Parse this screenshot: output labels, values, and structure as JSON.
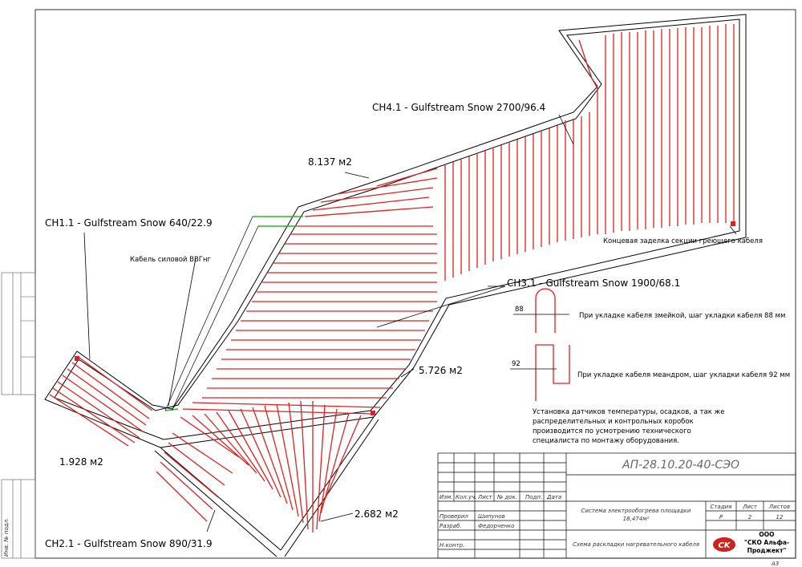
{
  "drawing": {
    "sections": {
      "ch11": "CH1.1 - Gulfstream Snow 640/22.9",
      "ch21": "CH2.1 - Gulfstream Snow 890/31.9",
      "ch31": "CH3.1 - Gulfstream Snow 1900/68.1",
      "ch41": "CH4.1 - Gulfstream Snow 2700/96.4"
    },
    "areas": {
      "a1": "8.137 м2",
      "a2": "5.726 м2",
      "a3": "1.928 м2",
      "a4": "2.682 м2"
    },
    "power_cable_label": "Кабель силовой ВВГнг",
    "end_termination_label": "Концевая заделка секции греющего кабеля",
    "legend": {
      "serpentine_dim": "88",
      "serpentine_text": "При укладке кабеля змейкой, шаг укладки кабеля 88 мм",
      "meander_dim": "92",
      "meander_text": "При укладке кабеля меандром, шаг укладки кабеля 92 мм"
    },
    "note": [
      "Установка датчиков температуры, осадков, а так же",
      "распределительных и контрольных коробок",
      "производится по усмотрению технического",
      "специалиста по монтажу оборудования."
    ]
  },
  "title_block": {
    "code": "АП-28.10.20-40-СЭО",
    "headers": [
      "Изм.",
      "Кол.уч.",
      "Лист",
      "№ док.",
      "Подп.",
      "Дата"
    ],
    "roles": [
      {
        "role": "Проверил",
        "name": "Шипунов"
      },
      {
        "role": "Разраб.",
        "name": "Федорченко"
      },
      {
        "role": "Н.контр.",
        "name": ""
      }
    ],
    "system_name_1": "Система электрообогрева площадки",
    "system_name_2": "18,474м²",
    "sheet_title": "Схема раскладки нагревательного кабеля",
    "stage_label": "Стадия",
    "sheet_label": "Лист",
    "sheets_label": "Листов",
    "stage": "Р",
    "sheet": "2",
    "sheets": "12",
    "company_line1": "ООО",
    "company_line2": "\"СКО Альфа-",
    "company_line3": "Проджект\"",
    "logo_text": "CK"
  },
  "side_strip": {
    "inv_label": "Инв. № подл."
  },
  "format": "А3",
  "colors": {
    "cable": "#e02020",
    "power": "#22bb22",
    "line": "#000000"
  }
}
